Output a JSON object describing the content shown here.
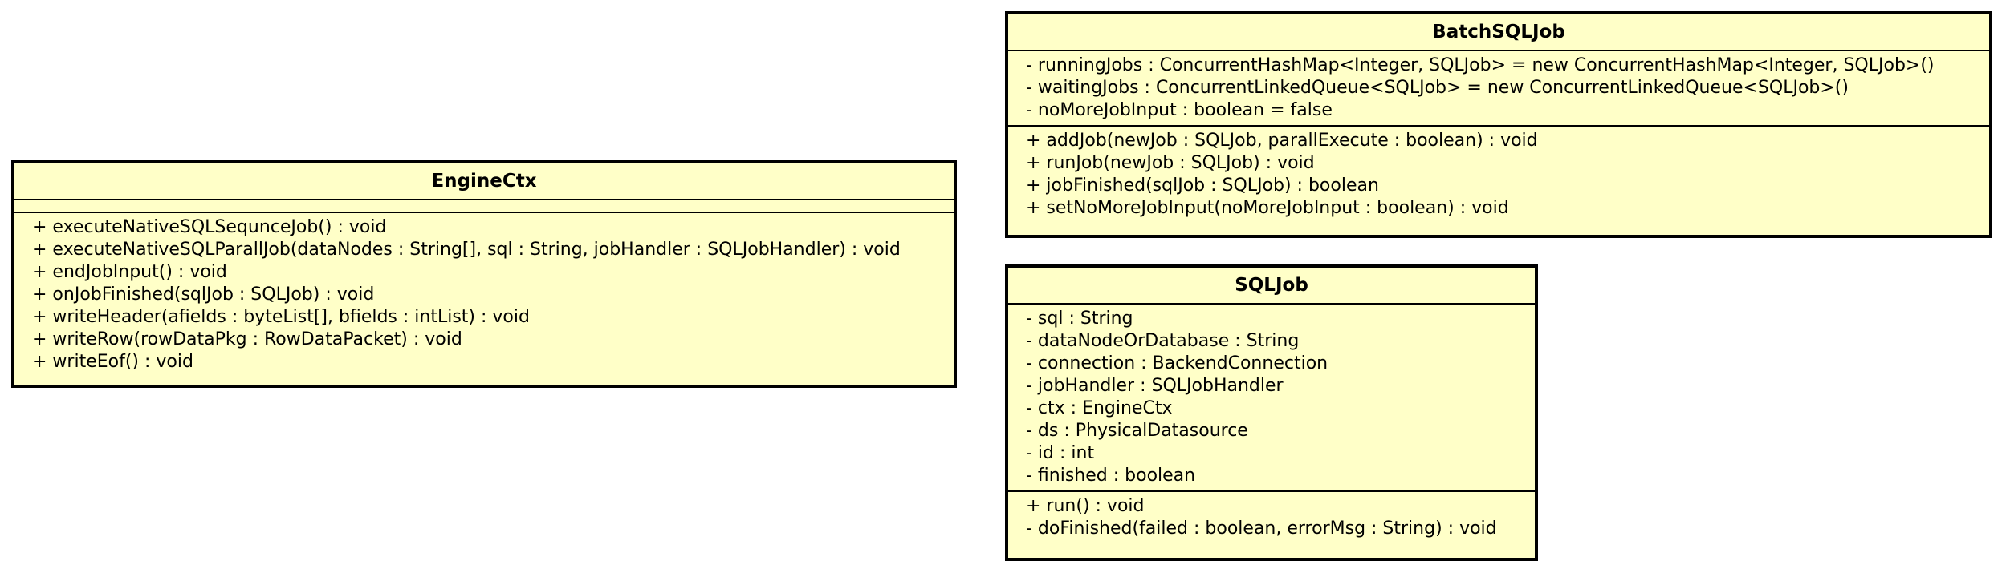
{
  "classes": {
    "engine_ctx": {
      "name": "EngineCtx",
      "attributes": [],
      "operations": [
        "+ executeNativeSQLSequnceJob() : void",
        "+ executeNativeSQLParallJob(dataNodes : String[], sql : String, jobHandler : SQLJobHandler) : void",
        "+ endJobInput() : void",
        "+ onJobFinished(sqlJob : SQLJob) : void",
        "+ writeHeader(afields : byteList[], bfields : intList) : void",
        "+ writeRow(rowDataPkg : RowDataPacket) : void",
        "+ writeEof() : void"
      ]
    },
    "batch_sql_job": {
      "name": "BatchSQLJob",
      "attributes": [
        "- runningJobs : ConcurrentHashMap<Integer, SQLJob> = new ConcurrentHashMap<Integer, SQLJob>()",
        "- waitingJobs : ConcurrentLinkedQueue<SQLJob> = new ConcurrentLinkedQueue<SQLJob>()",
        "- noMoreJobInput : boolean = false"
      ],
      "operations": [
        "+ addJob(newJob : SQLJob, parallExecute : boolean) : void",
        "+ runJob(newJob : SQLJob) : void",
        "+ jobFinished(sqlJob : SQLJob) : boolean",
        "+ setNoMoreJobInput(noMoreJobInput : boolean) : void"
      ]
    },
    "sql_job": {
      "name": "SQLJob",
      "attributes": [
        "- sql : String",
        "- dataNodeOrDatabase : String",
        "- connection : BackendConnection",
        "- jobHandler : SQLJobHandler",
        "- ctx : EngineCtx",
        "- ds : PhysicalDatasource",
        "- id : int",
        "- finished : boolean"
      ],
      "operations": [
        "+ run() : void",
        "- doFinished(failed : boolean, errorMsg : String) : void"
      ]
    }
  },
  "colors": {
    "class_fill": "#ffffc8",
    "border": "#000000"
  }
}
